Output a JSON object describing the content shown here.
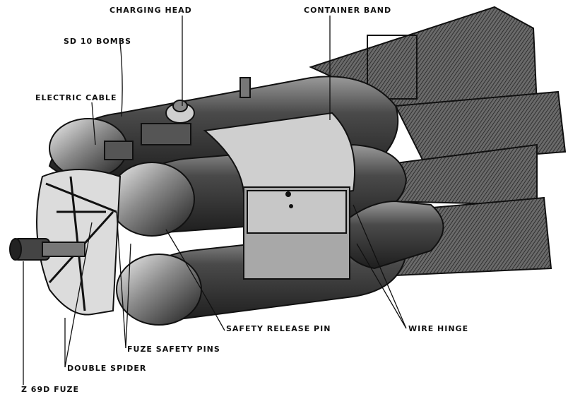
{
  "labels": {
    "charging_head": "CHARGING HEAD",
    "container_band": "CONTAINER BAND",
    "sd10_bombs": "SD 10 BOMBS",
    "electric_cable": "ELECTRIC CABLE",
    "safety_release_pin": "SAFETY RELEASE PIN",
    "wire_hinge": "WIRE HINGE",
    "fuze_safety_pins": "FUZE SAFETY PINS",
    "double_spider": "DOUBLE SPIDER",
    "z69d_fuze": "Z 69D FUZE"
  },
  "colors": {
    "ink": "#111111",
    "shade": "#555555",
    "light": "#bdbdbd",
    "paper": "#ffffff"
  }
}
